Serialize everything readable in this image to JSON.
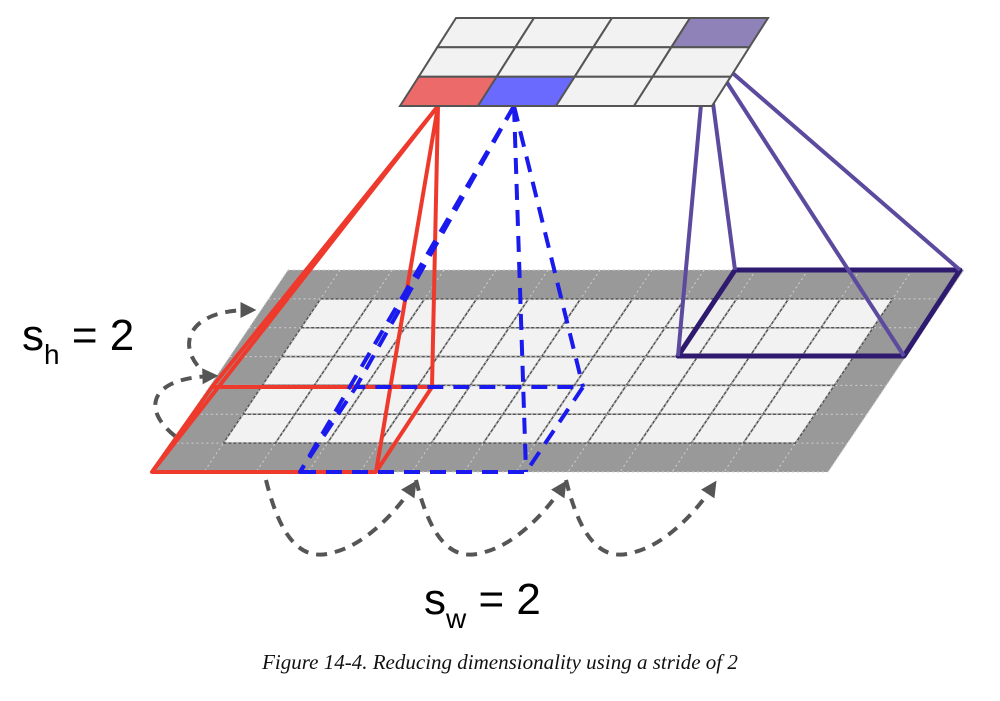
{
  "figure": {
    "caption": "Figure 14-4. Reducing dimensionality using a stride of 2",
    "stride_height": {
      "symbol": "s",
      "subscript": "h",
      "equals": "= 2"
    },
    "stride_width": {
      "symbol": "s",
      "subscript": "w",
      "equals": "= 2"
    }
  },
  "colors": {
    "padding_gray": "#999999",
    "cell_fill": "#f2f2f2",
    "grid_line": "#555555",
    "red_field": "#ee3a2c",
    "blue_field": "#1a1aee",
    "purple_field": "#5c4a9e",
    "dark_purple_field": "#2e1a6e",
    "red_output_cell": "#ec6a6a",
    "blue_output_cell": "#6a6aff",
    "purple_output_cell": "#8e82b8",
    "arrow_gray": "#555555"
  },
  "input_layer": {
    "rows": 7,
    "cols": 13,
    "padding_rows": 1,
    "padding_cols_left": 1,
    "padding_cols_right": 1
  },
  "output_layer": {
    "rows": 3,
    "cols": 4,
    "highlighted": [
      "row3-col1-red",
      "row3-col2-blue",
      "row1-col4-purple"
    ]
  }
}
